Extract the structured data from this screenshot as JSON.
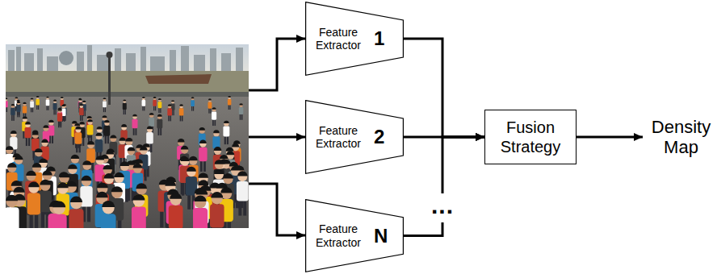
{
  "diagram": {
    "nodes": [
      {
        "text": [
          "Feature Extractor",
          "1"
        ]
      },
      {
        "text": [
          "Feature Extractor",
          "2"
        ]
      },
      {
        "text": [
          "Feature Extractor",
          "N"
        ]
      },
      {
        "text": [
          "Fusion Strategy"
        ]
      },
      {
        "text": [
          "Density Map"
        ]
      }
    ],
    "edges": [
      {
        "from": 0,
        "to": 3,
        "arrow": "to"
      },
      {
        "from": 1,
        "to": 3,
        "arrow": "to"
      },
      {
        "from": 2,
        "to": 3,
        "arrow": "to"
      },
      {
        "from": 3,
        "to": 4,
        "arrow": "to"
      }
    ],
    "labels": [
      "..."
    ]
  }
}
